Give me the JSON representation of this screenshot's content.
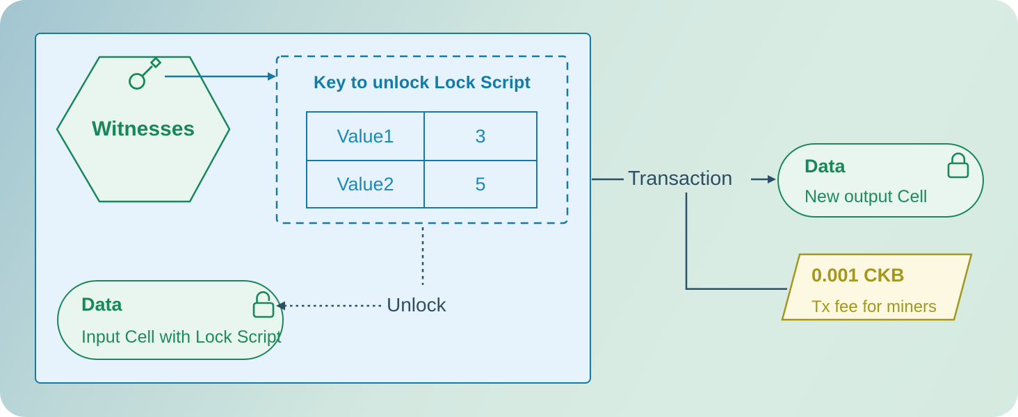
{
  "colors": {
    "teal": "#1579a6",
    "blue_text": "#1e88b7",
    "title_blue": "#127ca9",
    "green": "#18885a",
    "dark_slate": "#2d4f66",
    "olive": "#a3981d",
    "box_fill": "#e6f2fc",
    "cell_fill": "#e9f6ef",
    "fee_fill": "#fcf8e1"
  },
  "witnesses": {
    "label": "Witnesses"
  },
  "key_box": {
    "title": "Key to unlock Lock Script",
    "rows": [
      {
        "name": "Value1",
        "value": "3"
      },
      {
        "name": "Value2",
        "value": "5"
      }
    ]
  },
  "unlock": {
    "label": "Unlock"
  },
  "input_cell": {
    "title": "Data",
    "subtitle": "Input Cell with Lock Script"
  },
  "transaction": {
    "label": "Transaction"
  },
  "output_cell": {
    "title": "Data",
    "subtitle": "New output Cell"
  },
  "fee": {
    "amount": "0.001 CKB",
    "subtitle": "Tx fee for miners"
  }
}
